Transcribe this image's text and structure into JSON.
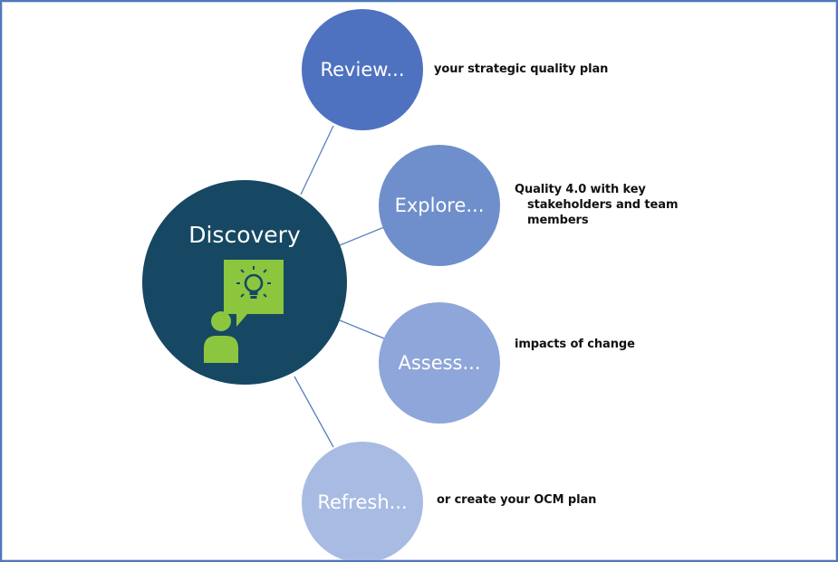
{
  "colors": {
    "hub": "#164863",
    "review": "#4f72c0",
    "explore": "#6f8fcc",
    "assess": "#8ea6d9",
    "refresh": "#a8bbe3",
    "icon_green": "#8cc63f",
    "connector": "#5b7fbf",
    "border": "#4f79b8"
  },
  "hub": {
    "title": "Discovery",
    "icon": "person-lightbulb-idea-icon"
  },
  "nodes": [
    {
      "label": "Review...",
      "description": "your strategic quality plan"
    },
    {
      "label": "Explore...",
      "description_lines": [
        "Quality 4.0 with key",
        "stakeholders and team",
        "members"
      ]
    },
    {
      "label": "Assess...",
      "description": "impacts of change"
    },
    {
      "label": "Refresh...",
      "description": "or create your OCM plan"
    }
  ]
}
